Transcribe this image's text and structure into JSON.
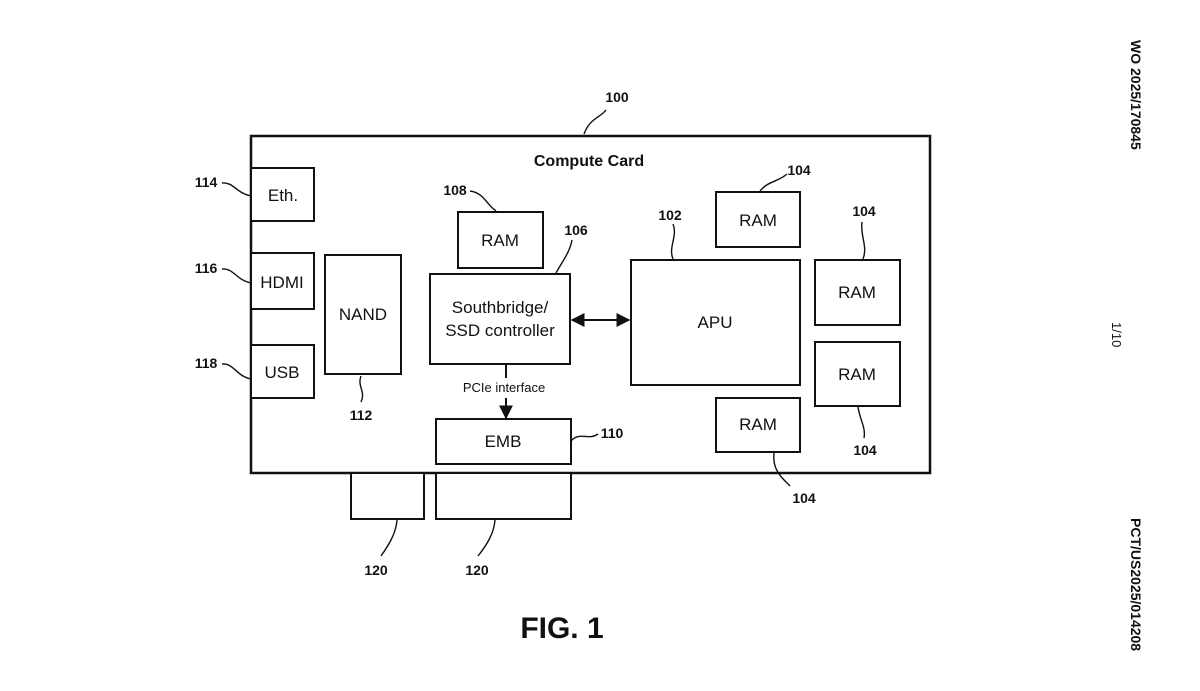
{
  "figure_label": "FIG. 1",
  "side_text": {
    "top": "WO 2025/170845",
    "middle": "1/10",
    "bottom": "PCT/US2025/014208"
  },
  "card": {
    "title": "Compute Card",
    "ref": "100"
  },
  "components": {
    "eth": {
      "label": "Eth.",
      "ref": "114"
    },
    "hdmi": {
      "label": "HDMI",
      "ref": "116"
    },
    "usb": {
      "label": "USB",
      "ref": "118"
    },
    "nand": {
      "label": "NAND",
      "ref": "112"
    },
    "ram_108": {
      "label": "RAM",
      "ref": "108"
    },
    "southbridge": {
      "line1": "Southbridge/",
      "line2": "SSD controller",
      "ref": "106"
    },
    "apu": {
      "label": "APU",
      "ref": "102"
    },
    "emb": {
      "label": "EMB",
      "ref": "110"
    },
    "pcie_label": "PCIe interface",
    "ram_104_top": {
      "label": "RAM",
      "ref": "104"
    },
    "ram_104_right1": {
      "label": "RAM",
      "ref": "104"
    },
    "ram_104_right2": {
      "label": "RAM",
      "ref": "104"
    },
    "ram_104_bottom": {
      "label": "RAM",
      "ref": "104"
    },
    "connector_left": {
      "ref": "120"
    },
    "connector_right": {
      "ref": "120"
    }
  }
}
